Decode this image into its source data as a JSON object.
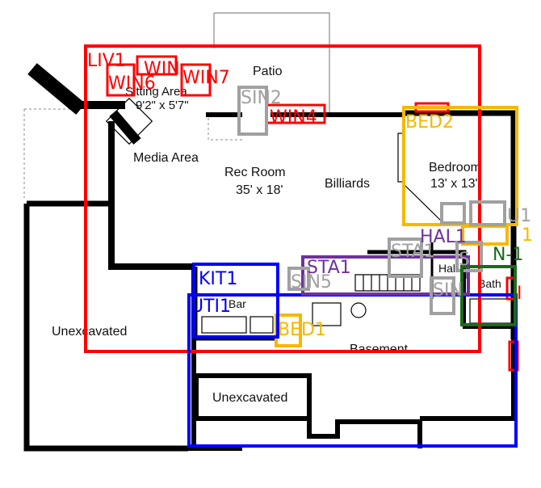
{
  "rooms": {
    "patio": "Patio",
    "sitting_area": "Sitting Area",
    "sitting_dims": "9'2\" x 5'7\"",
    "media_area": "Media Area",
    "rec_room": "Rec Room",
    "rec_dims": "35' x 18'",
    "billiards": "Billiards",
    "bedroom": "Bedroom",
    "bedroom_dims": "13' x 13'",
    "hall": "Hall",
    "bath": "Bath",
    "bar": "Bar",
    "basement": "Basement",
    "unexcavated_left": "Unexcavated",
    "unexcavated_mid": "Unexcavated"
  },
  "annotations": {
    "liv1": "LIV1",
    "win6": "WIN6",
    "win_a": "WIN",
    "win7": "WIN7",
    "sin2": "SIN2",
    "win4": "WIN4",
    "bed2": "BED2",
    "hal1": "HAL1",
    "sta1": "STA1",
    "sta1b": "STA1",
    "kit1": "KIT1",
    "uti1": "UTI1",
    "sin5": "SIN5",
    "bed1": "BED1",
    "u1": "U1",
    "sin_b": "SIN",
    "s_tag": "S",
    "n1": "N-1",
    "i_tag": "I",
    "t1": "1"
  },
  "colors": {
    "living": "#ff0000",
    "bedroom": "#f5b800",
    "kitchen": "#0000ff",
    "hall": "#7030a0",
    "sink": "#a0a0a0",
    "bath": "#1a6b1a",
    "wall": "#000000"
  }
}
